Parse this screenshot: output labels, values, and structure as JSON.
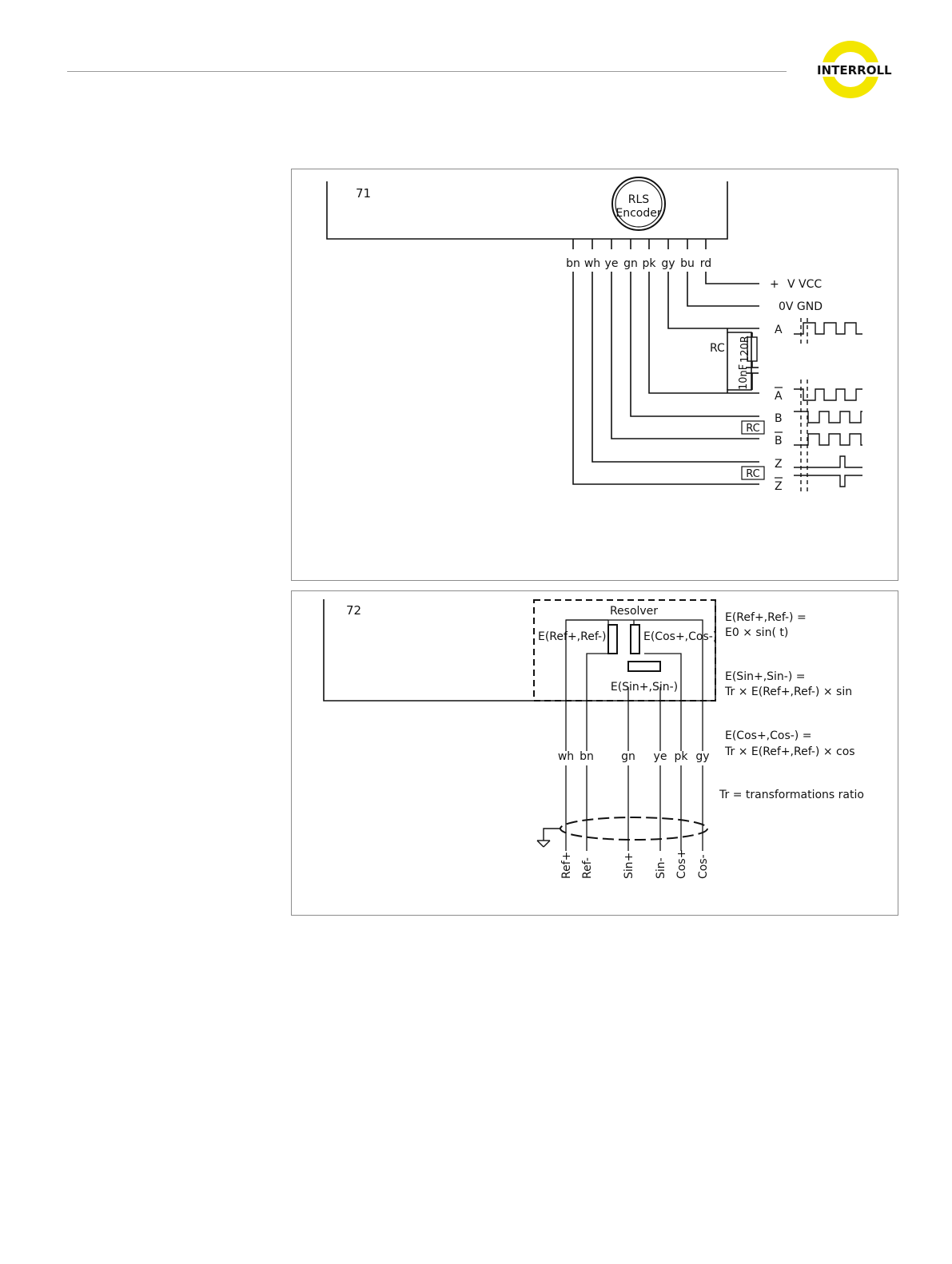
{
  "header": {
    "logo_text": "INTERROLL"
  },
  "encoder_diagram": {
    "figure_number": "71",
    "device_label_line1": "RLS",
    "device_label_line2": "Encoder",
    "wires": [
      "bn",
      "wh",
      "ye",
      "gn",
      "pk",
      "gy",
      "bu",
      "rd"
    ],
    "supply_plus": "+",
    "supply_v": "V VCC",
    "supply_gnd": "0V GND",
    "rc_label": "RC",
    "resistor_label": "120R",
    "capacitor_label": "10nF",
    "signals": [
      "A",
      "A",
      "B",
      "B",
      "Z",
      "Z"
    ],
    "rc_box_1": "RC",
    "rc_box_2": "RC"
  },
  "resolver_diagram": {
    "figure_number": "72",
    "resolver_label": "Resolver",
    "coil_ref": "E(Ref+,Ref-)",
    "coil_cos": "E(Cos+,Cos-)",
    "coil_sin": "E(Sin+,Sin-)",
    "wires": [
      "wh",
      "bn",
      "gn",
      "ye",
      "pk",
      "gy"
    ],
    "terminals": [
      "Ref+",
      "Ref-",
      "Sin+",
      "Sin-",
      "Cos+",
      "Cos-"
    ],
    "formula_1_line1": "E(Ref+,Ref-) =",
    "formula_1_line2": "E0 × sin(   t)",
    "formula_2_line1": "E(Sin+,Sin-) =",
    "formula_2_line2": "Tr × E(Ref+,Ref-) × sin",
    "formula_3_line1": "E(Cos+,Cos-) =",
    "formula_3_line2": "Tr × E(Ref+,Ref-) × cos",
    "ratio_note": "Tr = transformations ratio"
  }
}
